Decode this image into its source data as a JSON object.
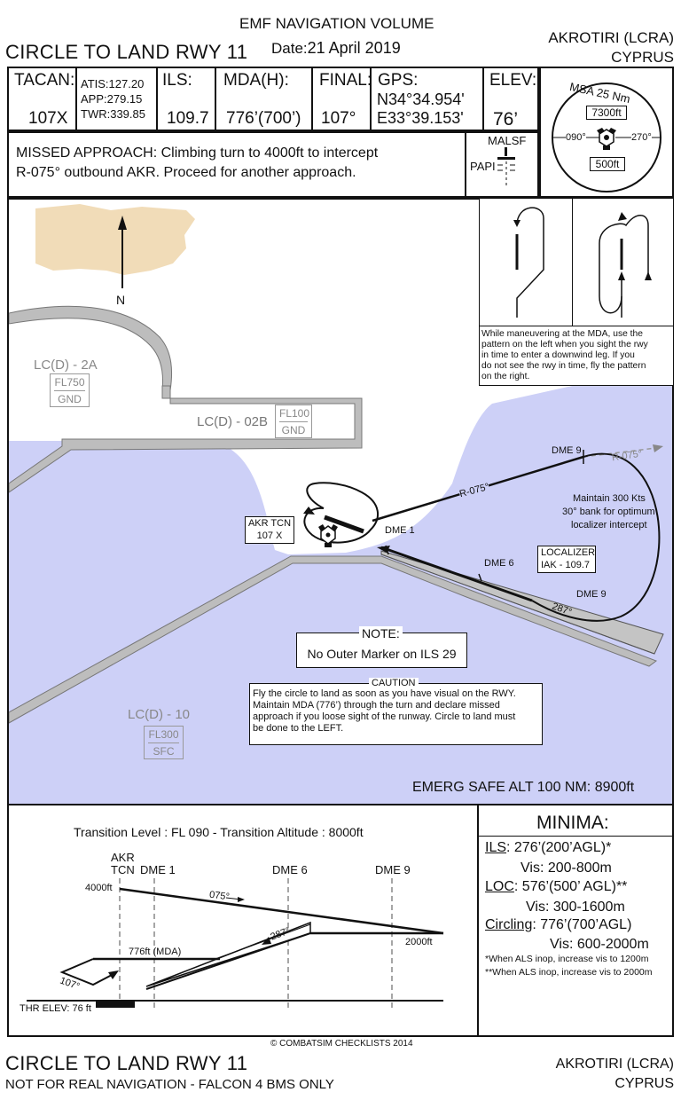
{
  "header": {
    "volume": "EMF NAVIGATION VOLUME",
    "date_label": "Date:",
    "date_value": "21 April 2019",
    "procedure": "CIRCLE TO LAND RWY 11",
    "airport": "AKROTIRI (LCRA)",
    "country": "CYPRUS"
  },
  "info": {
    "tacan_label": "TACAN:",
    "tacan_value": "107X",
    "atis": "ATIS:127.20",
    "app": "APP:279.15",
    "twr": "TWR:339.85",
    "ils_label": "ILS:",
    "ils_value": "109.7",
    "mda_label": "MDA(H):",
    "mda_value": "776’(700’)",
    "final_label": "FINAL:",
    "final_value": "107°",
    "gps_label": "GPS:",
    "gps_lat": "N34°34.954'",
    "gps_lon": "E33°39.153'",
    "elev_label": "ELEV:",
    "elev_value": "76’"
  },
  "msa": {
    "title": "MSA 25 Nm",
    "top_alt": "7300ft",
    "bottom_alt": "500ft",
    "left_deg": "090°",
    "right_deg": "270°"
  },
  "missed": {
    "line1": "MISSED APPROACH: Climbing turn to 4000ft to intercept",
    "line2": "R-075° outbound AKR. Proceed for another approach.",
    "malsf": "MALSF",
    "papi": "PAPI"
  },
  "plan": {
    "north": "N",
    "zone_2a": "LC(D) - 2A",
    "zone_2a_top": "FL750",
    "zone_2a_bottom": "GND",
    "zone_02b": "LC(D) - 02B",
    "zone_02b_top": "FL100",
    "zone_02b_bottom": "GND",
    "zone_10": "LC(D) - 10",
    "zone_10_top": "FL300",
    "zone_10_bottom": "SFC",
    "tcn_line1": "AKR TCN",
    "tcn_line2": "107 X",
    "dme1": "DME 1",
    "dme6": "DME 6",
    "dme9_top": "DME 9",
    "dme9_bottom": "DME 9",
    "radial_inbound": "R-075°",
    "radial_outbound": "R-075°",
    "course_287": "287°",
    "loc_line1": "LOCALIZER",
    "loc_line2": "IAK - 109.7",
    "maintain1": "Maintain 300 Kts",
    "maintain2": "30° bank for optimum",
    "maintain3": "localizer intercept",
    "pattern_note": [
      "While maneuvering at the MDA, use the",
      "pattern on the left when you sight the rwy",
      "in time to enter a downwind leg. If you",
      "do not see the rwy in time, fly the pattern",
      "on the right."
    ],
    "note_title": "NOTE:",
    "note_text": "No Outer Marker on ILS 29",
    "caution_title": "CAUTION",
    "caution_lines": [
      "Fly the circle to land as soon as you have visual on the RWY.",
      "Maintain MDA (776’) through the turn and declare missed",
      "approach if you loose sight of the runway. Circle to land must",
      "be done to the LEFT."
    ],
    "emerg": "EMERG SAFE ALT 100 NM: 8900ft"
  },
  "profile": {
    "transition": "Transition Level : FL 090  -  Transition Altitude : 8000ft",
    "akr1": "AKR",
    "akr2": "TCN",
    "dme1": "DME 1",
    "dme6": "DME 6",
    "dme9": "DME 9",
    "alt_4000": "4000ft",
    "alt_2000": "2000ft",
    "course_075": "075°",
    "course_287": "287°",
    "mda": "776ft (MDA)",
    "course_107": "107°",
    "thr": "THR ELEV: 76 ft"
  },
  "minima": {
    "title": "MINIMA:",
    "ils_label": "ILS",
    "ils_value": ": 276’(200’AGL)*",
    "ils_vis": "Vis: 200-800m",
    "loc_label": "LOC",
    "loc_value": ": 576’(500’ AGL)**",
    "loc_vis": "Vis: 300-1600m",
    "circ_label": "Circling",
    "circ_value": ": 776’(700’AGL)",
    "circ_vis": "Vis: 600-2000m",
    "note1": "*When ALS inop, increase vis to 1200m",
    "note2": "**When ALS inop, increase vis to 2000m"
  },
  "footer": {
    "copyright": "© COMBATSIM CHECKLISTS 2014",
    "procedure": "CIRCLE TO LAND RWY 11",
    "disclaimer": "NOT FOR REAL NAVIGATION - FALCON 4 BMS ONLY",
    "airport": "AKROTIRI (LCRA)",
    "country": "CYPRUS"
  },
  "colors": {
    "sea": "#cdd0f7",
    "land": "#f1dcb8",
    "zone_gray": "#bdbdbd",
    "ink": "#111111"
  }
}
